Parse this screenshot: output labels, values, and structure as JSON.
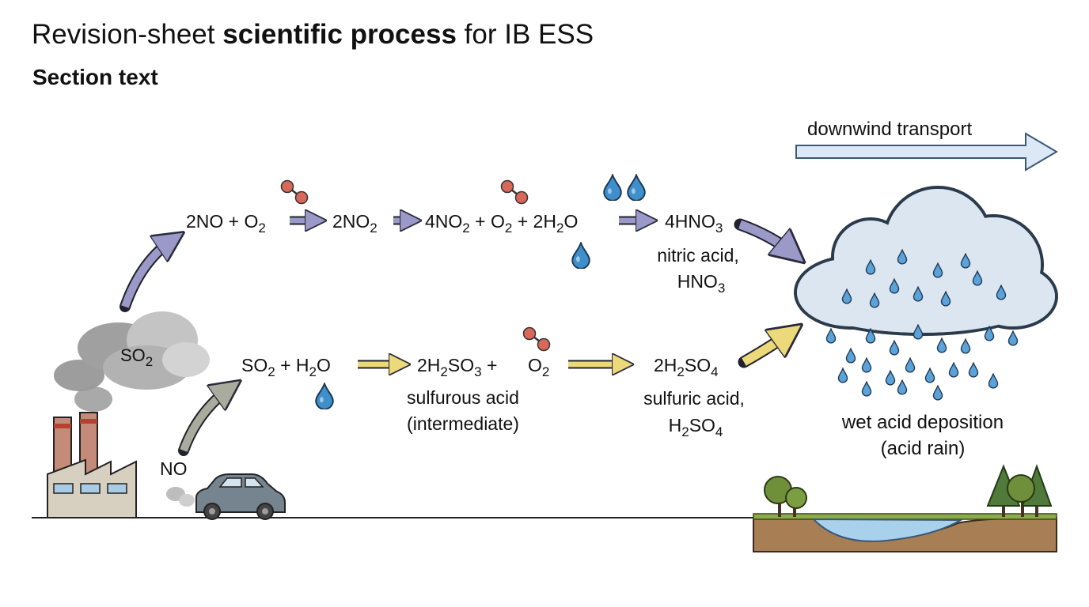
{
  "header": {
    "title_prefix": "Revision-sheet",
    "title_bold": "scientific process",
    "title_suffix": "for IB ESS",
    "subtitle": "Section text"
  },
  "sources": {
    "smoke_label": "SO",
    "smoke_label_sub": "2",
    "exhaust_label": "NO"
  },
  "nitrogen_pathway": {
    "step1_a": "2NO + O",
    "step1_a_sub": "2",
    "step1_b": "2NO",
    "step1_b_sub": "2",
    "step2_a": "4NO",
    "step2_a_sub": "2",
    "step2_b": " + O",
    "step2_b_sub": "2",
    "step2_c": " + 2H",
    "step2_c_sub": "2",
    "step2_d": "O",
    "product": "4HNO",
    "product_sub": "3",
    "product_name": "nitric acid,",
    "product_formula": "HNO",
    "product_formula_sub": "3"
  },
  "sulfur_pathway": {
    "step1_a": "SO",
    "step1_a_sub": "2",
    "step1_b": " + H",
    "step1_b_sub": "2",
    "step1_c": "O",
    "step2_a": "2H",
    "step2_a_sub": "2",
    "step2_b": "SO",
    "step2_b_sub": "3",
    "step2_c": " +",
    "step2_d": "O",
    "step2_d_sub": "2",
    "intermediate_name_1": "sulfurous acid",
    "intermediate_name_2": "(intermediate)",
    "product_a": "2H",
    "product_a_sub": "2",
    "product_b": "SO",
    "product_b_sub": "4",
    "product_name": "sulfuric acid,",
    "product_formula_a": "H",
    "product_formula_a_sub": "2",
    "product_formula_b": "SO",
    "product_formula_b_sub": "4"
  },
  "transport": {
    "label": "downwind transport"
  },
  "deposition": {
    "label_1": "wet acid deposition",
    "label_2": "(acid rain)"
  },
  "colors": {
    "nitrogen_arrow": "#9a99c8",
    "sulfur_arrow": "#ecd97a",
    "source_arrow": "#a9ab9c",
    "transport_arrow": "#dce8f5",
    "cloud": "#dbe6f1",
    "raindrop": "#3e8fcc",
    "oxygen_atom": "#d9685a",
    "soil": "#a87e55",
    "grass": "#8cab4a",
    "water": "#a9d1ec"
  },
  "icons": [
    "factory-icon",
    "car-icon",
    "smoke-cloud-icon",
    "oxygen-molecule-icon",
    "water-drop-icon",
    "rain-cloud-icon",
    "tree-icon",
    "pond-icon"
  ]
}
